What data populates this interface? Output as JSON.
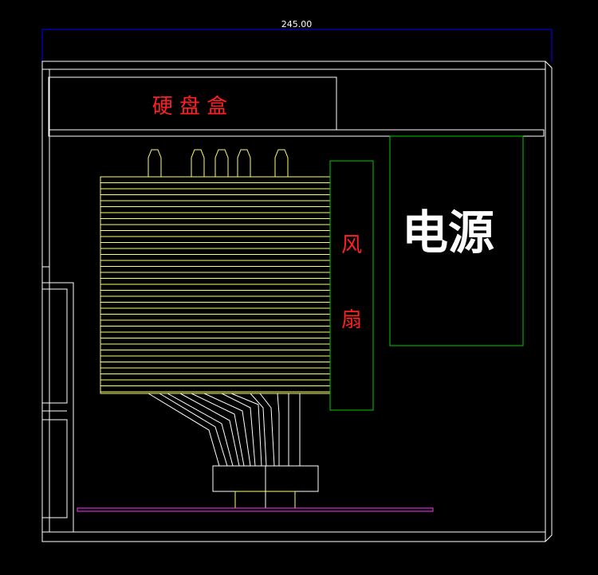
{
  "dimension": {
    "value_label": "245.00"
  },
  "labels": {
    "hdd_box": "硬 盘 盒",
    "fan_char_1": "风",
    "fan_char_2": "扇",
    "power_supply": "电源"
  },
  "colors": {
    "background": "#000000",
    "frame": "#ffffff",
    "dimension": "#0000ff",
    "dimension_text": "#ffffff",
    "heatsink": "#ffff66",
    "heatpipe": "#ffff66",
    "fan": "#00cc00",
    "psu": "#00cc00",
    "label_red": "#ff2020",
    "label_white": "#ffffff",
    "board": "#ff33ff",
    "socket": "#ffff66",
    "base_plate": "#ffffff"
  }
}
